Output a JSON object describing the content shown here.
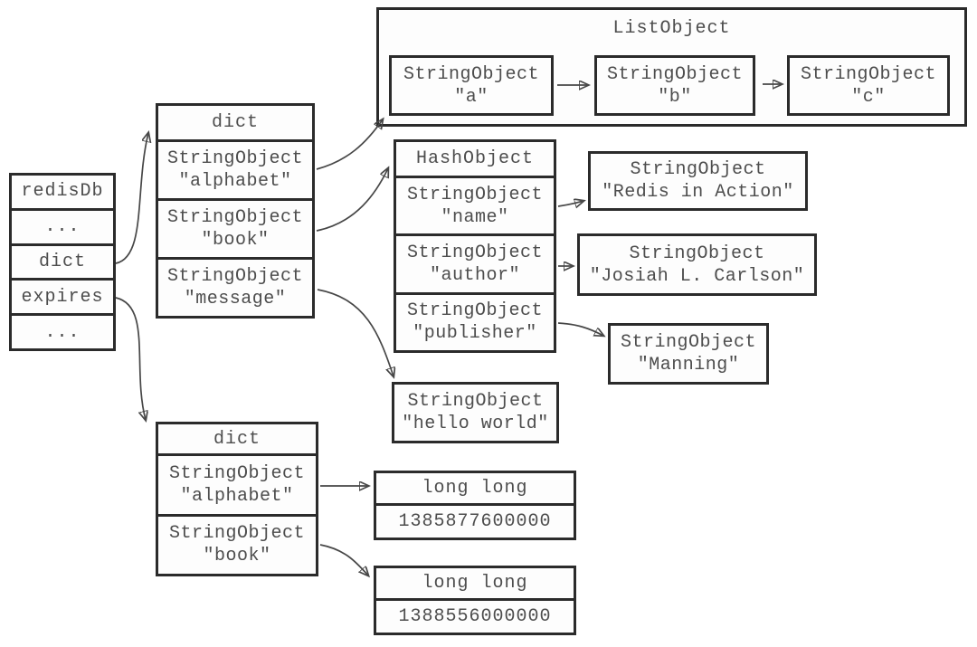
{
  "colors": {
    "border": "#2b2b2b",
    "text": "#4d4d4d",
    "background": "#ffffff",
    "arrow": "#474747"
  },
  "redisdb": {
    "rows": [
      "redisDb",
      "...",
      "dict",
      "expires",
      "..."
    ]
  },
  "main_dict": {
    "header": "dict",
    "entries": [
      {
        "type": "StringObject",
        "value": "\"alphabet\""
      },
      {
        "type": "StringObject",
        "value": "\"book\""
      },
      {
        "type": "StringObject",
        "value": "\"message\""
      }
    ]
  },
  "list_object": {
    "title": "ListObject",
    "items": [
      {
        "type": "StringObject",
        "value": "\"a\""
      },
      {
        "type": "StringObject",
        "value": "\"b\""
      },
      {
        "type": "StringObject",
        "value": "\"c\""
      }
    ]
  },
  "hash_object": {
    "header": "HashObject",
    "entries": [
      {
        "type": "StringObject",
        "value": "\"name\""
      },
      {
        "type": "StringObject",
        "value": "\"author\""
      },
      {
        "type": "StringObject",
        "value": "\"publisher\""
      }
    ]
  },
  "hash_values": {
    "name_value": {
      "type": "StringObject",
      "value": "\"Redis in Action\""
    },
    "author_value": {
      "type": "StringObject",
      "value": "\"Josiah L. Carlson\""
    },
    "publisher_value": {
      "type": "StringObject",
      "value": "\"Manning\""
    }
  },
  "message_value": {
    "type": "StringObject",
    "value": "\"hello world\""
  },
  "expires_dict": {
    "header": "dict",
    "entries": [
      {
        "type": "StringObject",
        "value": "\"alphabet\""
      },
      {
        "type": "StringObject",
        "value": "\"book\""
      }
    ]
  },
  "expires_values": {
    "alphabet_expire": {
      "type": "long long",
      "value": "1385877600000"
    },
    "book_expire": {
      "type": "long long",
      "value": "1388556000000"
    }
  }
}
